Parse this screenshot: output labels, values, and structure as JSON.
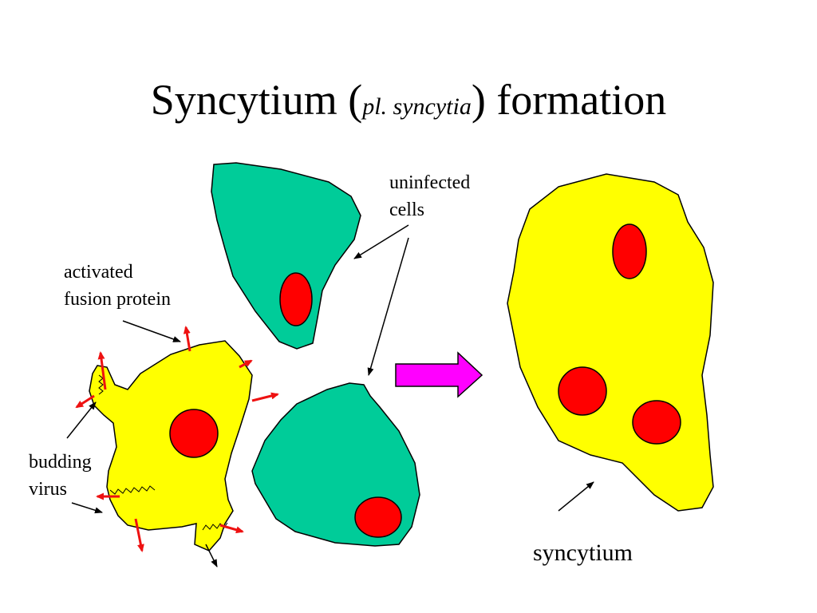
{
  "title": {
    "main_prefix": "Syncytium (",
    "plural_italic": "pl. syncytia",
    "main_suffix": ") formation"
  },
  "labels": {
    "uninfected_line1": "uninfected",
    "uninfected_line2": "cells",
    "activated_line1": "activated",
    "activated_line2": "fusion protein",
    "budding_line1": "budding",
    "budding_line2": "virus",
    "syncytium": "syncytium"
  },
  "colors": {
    "uninfected_cell": "#00cc99",
    "infected_cell": "#ffff00",
    "nucleus": "#ff0000",
    "fusion_protein": "#ee1111",
    "transition_arrow": "#ff00ff"
  }
}
